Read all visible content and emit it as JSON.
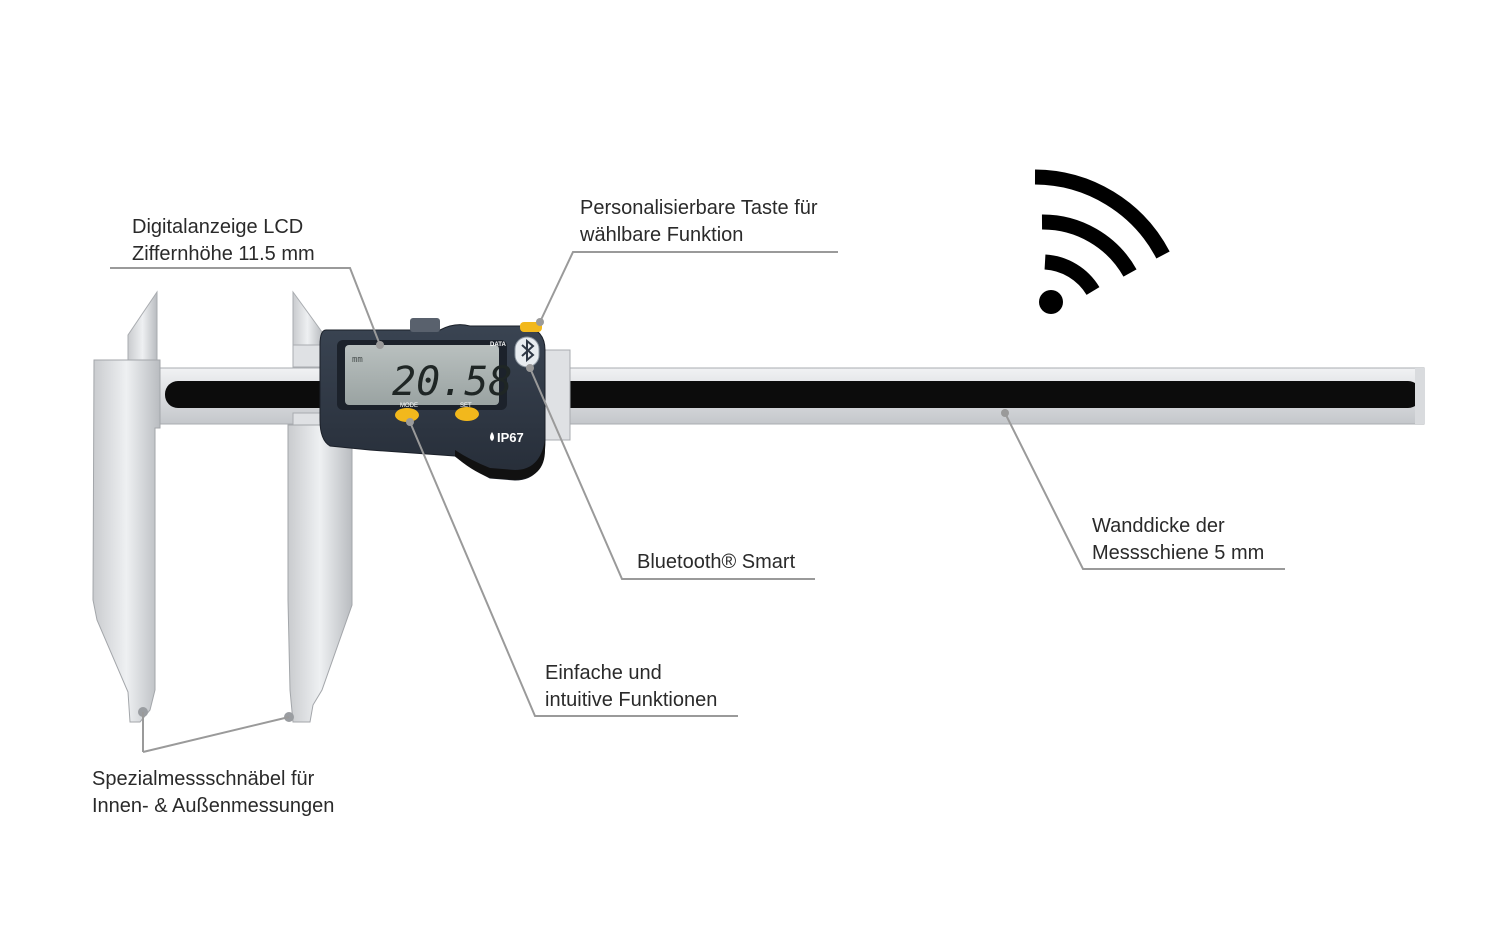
{
  "callouts": {
    "display": {
      "line1": "Digitalanzeige LCD",
      "line2": "Ziffernhöhe 11.5 mm"
    },
    "custom_key": {
      "line1": "Personalisierbare Taste für",
      "line2": "wählbare Funktion"
    },
    "bluetooth": {
      "text": "Bluetooth® Smart"
    },
    "rail": {
      "line1": "Wanddicke der",
      "line2": "Messschiene 5 mm"
    },
    "functions": {
      "line1": "Einfache und",
      "line2": "intuitive Funktionen"
    },
    "jaws": {
      "line1": "Spezialmessschnäbel für",
      "line2": "Innen- & Außenmessungen"
    }
  },
  "device": {
    "reading": "20.58",
    "unit": "mm",
    "data_label": "DATA",
    "mode_label": "MODE",
    "set_label": "SET",
    "rating": "IP67",
    "button_color": "#f2b81c",
    "body_color": "#2f3845"
  },
  "icons": [
    "wifi-icon",
    "bluetooth-icon",
    "water-drop-icon"
  ]
}
